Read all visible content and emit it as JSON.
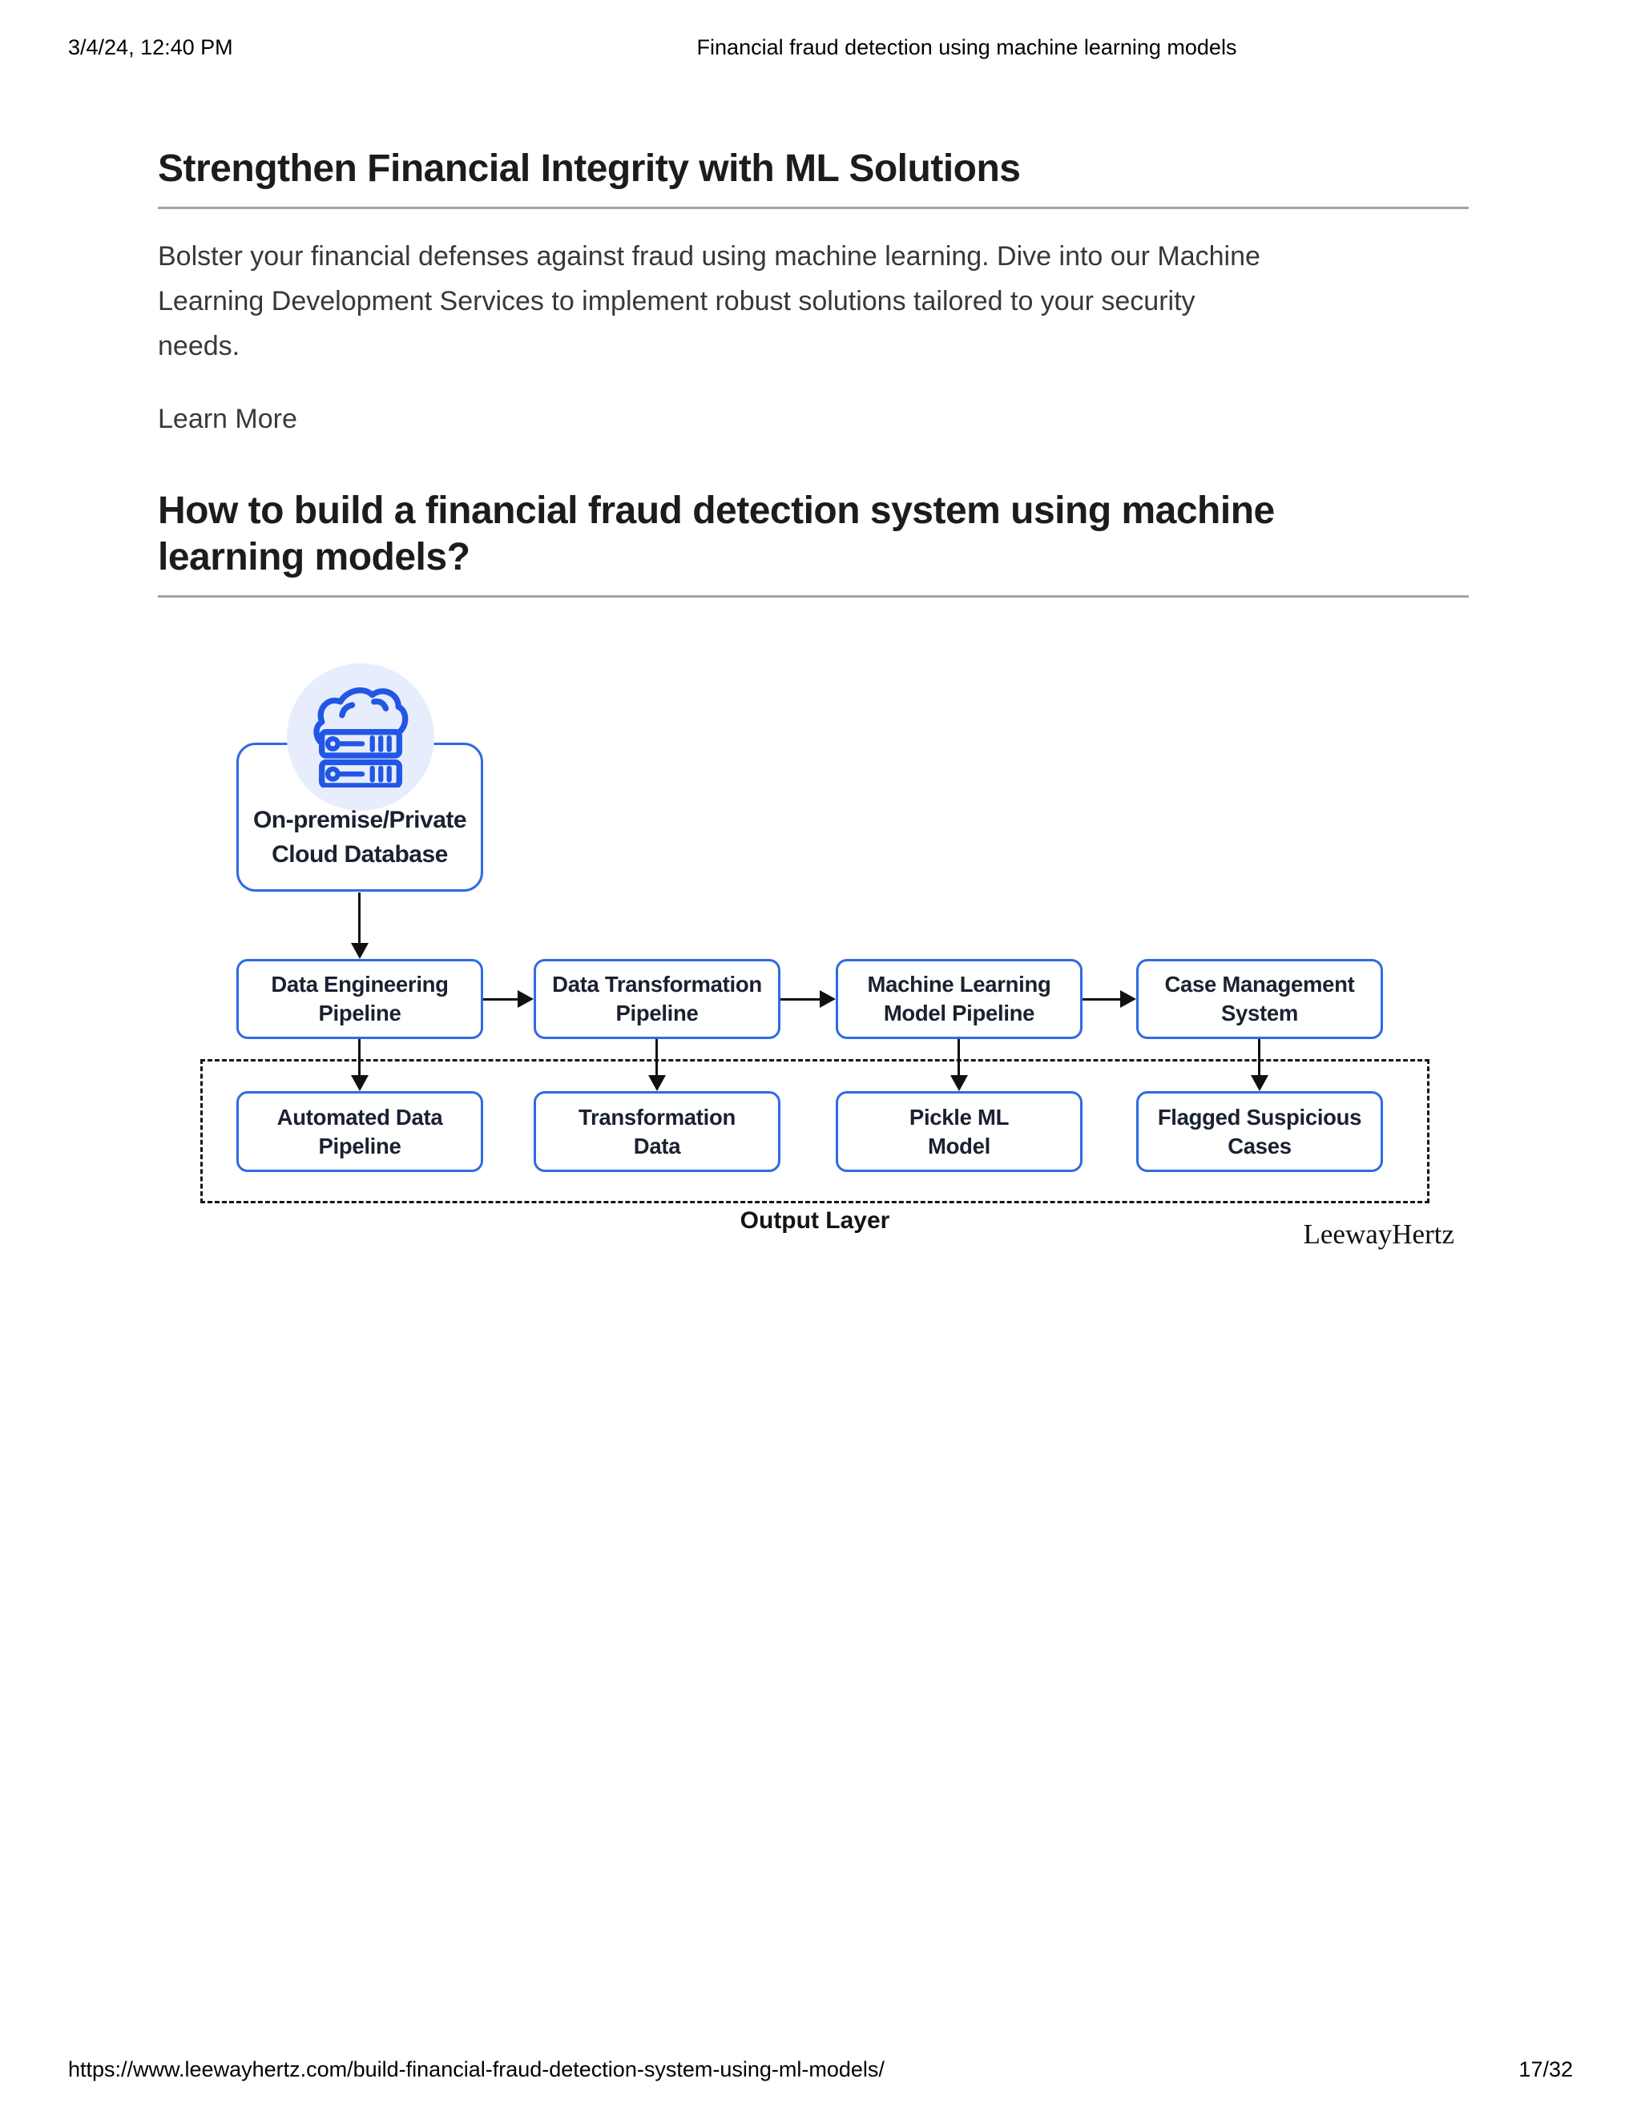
{
  "header": {
    "date": "3/4/24, 12:40 PM",
    "title": "Financial fraud detection using machine learning models"
  },
  "sections": {
    "s1": {
      "heading": "Strengthen Financial Integrity with ML Solutions",
      "body": "Bolster your financial defenses against fraud using machine learning. Dive into our Machine\nLearning Development Services to implement robust solutions tailored to your security\nneeds.",
      "link": "Learn More"
    },
    "s2": {
      "heading": "How to build a financial fraud detection system using machine\nlearning models?"
    }
  },
  "diagram": {
    "source": {
      "label": "On-premise/Private\nCloud Database",
      "icon": "cloud-server-icon"
    },
    "pipeline": [
      {
        "label": "Data Engineering\nPipeline"
      },
      {
        "label": "Data Transformation\nPipeline"
      },
      {
        "label": "Machine Learning\nModel Pipeline"
      },
      {
        "label": "Case Management\nSystem"
      }
    ],
    "outputs": [
      {
        "label": "Automated Data\nPipeline"
      },
      {
        "label": "Transformation\nData"
      },
      {
        "label": "Pickle ML\nModel"
      },
      {
        "label": "Flagged Suspicious\nCases"
      }
    ],
    "output_layer_label": "Output Layer",
    "brand": "LeewayHertz",
    "colors": {
      "box_border_blue": "#2e6be2",
      "icon_blue": "#2257e5",
      "icon_circle_bg": "#e7edfc",
      "arrow_black": "#111111",
      "divider_gray": "#a3a3a3"
    }
  },
  "footer": {
    "url": "https://www.leewayhertz.com/build-financial-fraud-detection-system-using-ml-models/",
    "page": "17/32"
  }
}
